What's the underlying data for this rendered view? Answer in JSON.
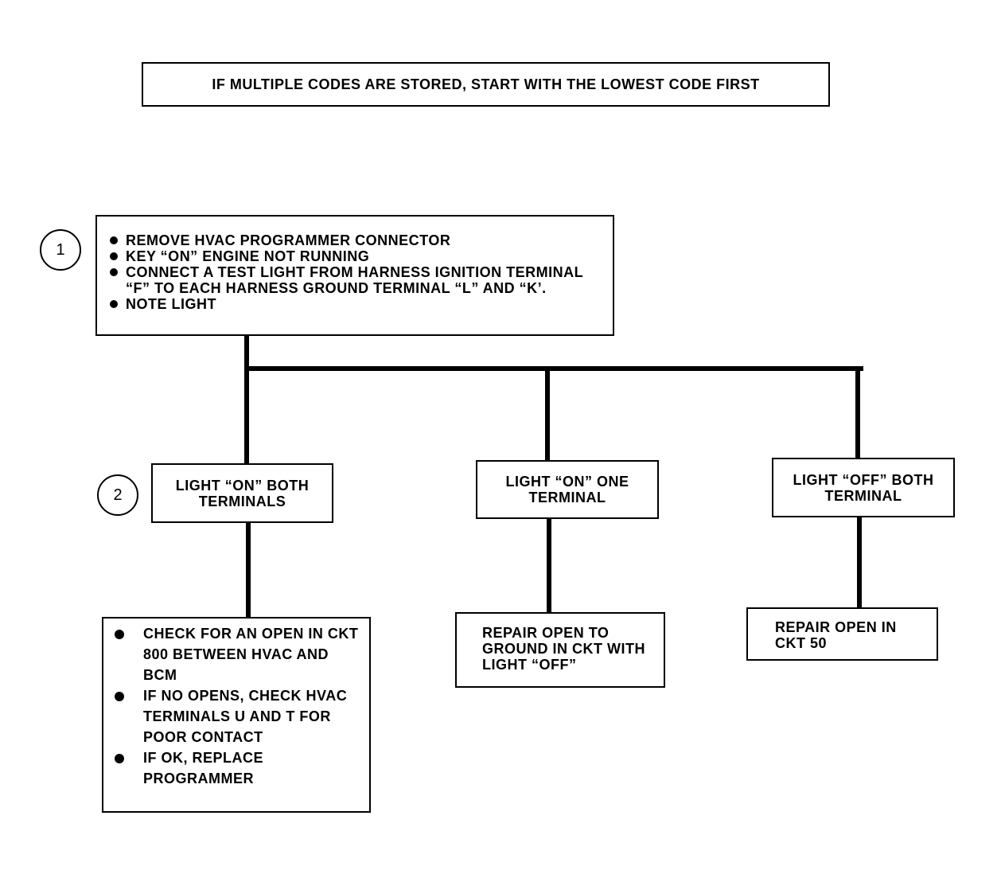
{
  "header_note": "IF MULTIPLE CODES ARE STORED, START WITH THE LOWEST CODE FIRST",
  "steps": [
    {
      "number": "1"
    },
    {
      "number": "2"
    }
  ],
  "step1_box": {
    "bullets": [
      "REMOVE HVAC PROGRAMMER CONNECTOR",
      "KEY “ON” ENGINE NOT RUNNING",
      "CONNECT A TEST LIGHT FROM HARNESS IGNITION TERMINAL “F” TO EACH HARNESS GROUND TERMINAL “L” AND “K’.",
      "NOTE LIGHT"
    ]
  },
  "results": [
    {
      "label": "LIGHT “ON” BOTH TERMINALS"
    },
    {
      "label": "LIGHT “ON” ONE TERMINAL"
    },
    {
      "label": "LIGHT “OFF” BOTH TERMINAL"
    }
  ],
  "actions": {
    "left_bullets": [
      "CHECK FOR AN OPEN IN CKT 800 BETWEEN HVAC AND BCM",
      "IF NO OPENS, CHECK HVAC TERMINALS U AND T FOR POOR CONTACT",
      "IF OK, REPLACE PROGRAMMER"
    ],
    "middle": "REPAIR OPEN TO GROUND IN CKT WITH LIGHT “OFF”",
    "right": "REPAIR OPEN IN CKT 50"
  }
}
